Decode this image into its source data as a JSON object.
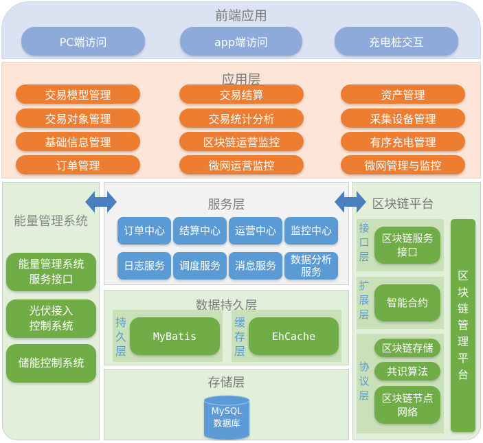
{
  "colors": {
    "front_bg": "#dbe3f3",
    "front_pill": "#8eaadb",
    "app_bg": "#fce4d6",
    "app_pill": "#ed7d31",
    "green_bg": "#e2efda",
    "green_pill": "#70ad47",
    "service_bg": "#f2f2f2",
    "service_box": "#5b9bd5",
    "arrow": "#4a7fbf",
    "label_blue": "#5b9bd5"
  },
  "front": {
    "title": "前端应用",
    "items": [
      "PC端访问",
      "app端访问",
      "充电桩交互"
    ]
  },
  "app_layer": {
    "title": "应用层",
    "columns": [
      [
        "交易模型管理",
        "交易对象管理",
        "基础信息管理",
        "订单管理"
      ],
      [
        "交易结算",
        "交易统计分析",
        "区块链运营监控",
        "微网运营监控"
      ],
      [
        "资产管理",
        "采集设备管理",
        "有序充电管理",
        "微网管理与监控"
      ]
    ]
  },
  "energy": {
    "title": "能量管理系统",
    "items": [
      [
        "能量管理系统",
        "服务接口"
      ],
      [
        "光伏接入",
        "控制系统"
      ],
      [
        "储能控制系统"
      ]
    ]
  },
  "service": {
    "title": "服务层",
    "row1": [
      "订单中心",
      "结算中心",
      "运营中心",
      "监控中心"
    ],
    "row2": [
      "日志服务",
      "调度服务",
      "消息服务",
      "数据分析服务"
    ]
  },
  "persistence": {
    "title": "数据持久层",
    "left_label": [
      "持",
      "久",
      "层"
    ],
    "left_item": "MyBatis",
    "right_label": [
      "缓",
      "存",
      "层"
    ],
    "right_item": "EhCache"
  },
  "storage": {
    "title": "存储层",
    "db_line1": "MySQL",
    "db_line2": "数据库"
  },
  "chain": {
    "title": "区块链平台",
    "interface_label": [
      "接",
      "口",
      "层"
    ],
    "interface_item": [
      "区块链服务",
      "接口"
    ],
    "extension_label": [
      "扩",
      "展",
      "层"
    ],
    "extension_item": "智能合约",
    "protocol_label": [
      "协",
      "议",
      "层"
    ],
    "protocol_items": [
      "区块链存储",
      "共识算法",
      "区块链节点网络"
    ],
    "manager_label": [
      "区",
      "块",
      "链",
      "管",
      "理",
      "平",
      "台"
    ]
  }
}
